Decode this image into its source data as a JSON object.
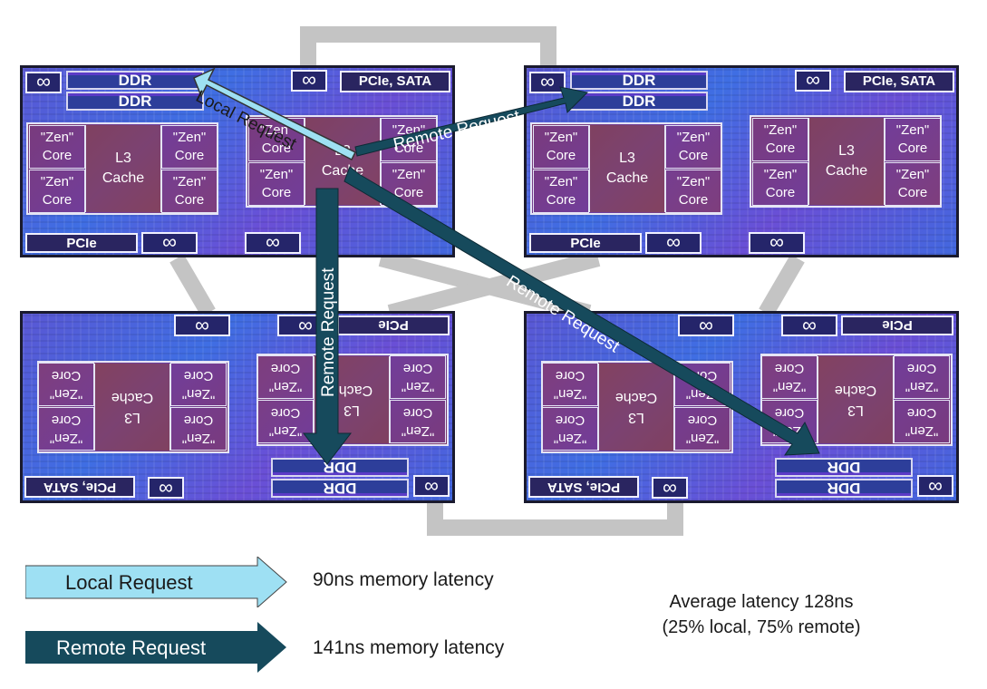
{
  "die": {
    "ddr_label": "DDR",
    "io_top_label": "PCIe, SATA",
    "io_bottom_label": "PCIe",
    "infinity_glyph": "∞",
    "core_label_line1": "\"Zen\"",
    "core_label_line2": "Core",
    "cache_label_line1": "L3",
    "cache_label_line2": "Cache"
  },
  "arrows": {
    "local": "Local Request",
    "remote_right": "Remote Request",
    "remote_down": "Remote Request",
    "remote_diag": "Remote Request"
  },
  "legend": {
    "local_label": "Local Request",
    "local_latency": "90ns memory latency",
    "remote_label": "Remote Request",
    "remote_latency": "141ns memory latency",
    "average_line1": "Average latency 128ns",
    "average_line2": "(25% local, 75% remote)"
  },
  "colors": {
    "local_arrow": "#9ee0f3",
    "remote_arrow": "#164a5c",
    "interconnect": "#c4c4c4"
  }
}
